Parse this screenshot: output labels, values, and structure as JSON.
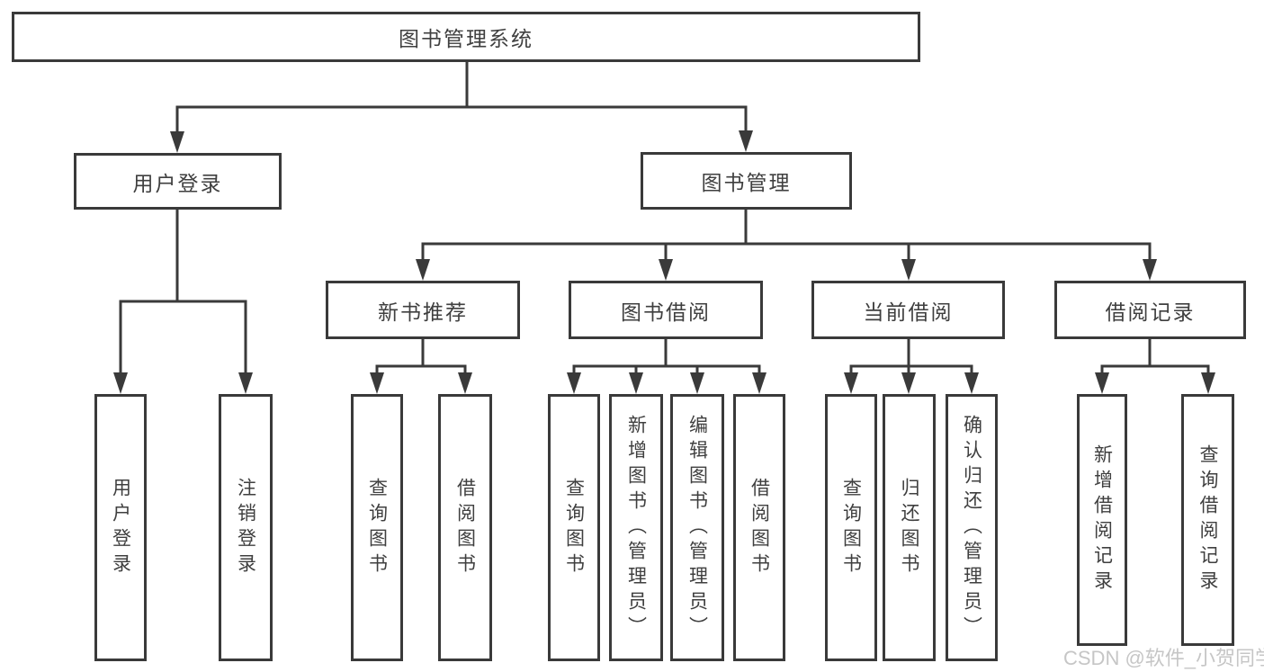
{
  "diagram": {
    "nodes": {
      "root": {
        "label": "图书管理系统"
      },
      "user_login": {
        "label": "用户登录"
      },
      "book_mgmt": {
        "label": "图书管理"
      },
      "new_book_rec": {
        "label": "新书推荐"
      },
      "book_borrow": {
        "label": "图书借阅"
      },
      "current_borrow": {
        "label": "当前借阅"
      },
      "borrow_record": {
        "label": "借阅记录"
      },
      "leaf_user_login": {
        "label": "用户登录"
      },
      "leaf_logout": {
        "label": "注销登录"
      },
      "leaf_query_book_1": {
        "label": "查询图书"
      },
      "leaf_borrow_book_1": {
        "label": "借阅图书"
      },
      "leaf_query_book_2": {
        "label": "查询图书"
      },
      "leaf_add_book": {
        "label": "新增图书（管理员）"
      },
      "leaf_edit_book": {
        "label": "编辑图书（管理员）"
      },
      "leaf_borrow_book_2": {
        "label": "借阅图书"
      },
      "leaf_query_book_3": {
        "label": "查询图书"
      },
      "leaf_return_book": {
        "label": "归还图书"
      },
      "leaf_confirm_return": {
        "label": "确认归还（管理员）"
      },
      "leaf_add_record": {
        "label": "新增借阅记录"
      },
      "leaf_query_record": {
        "label": "查询借阅记录"
      }
    },
    "watermark": "CSDN @软件_小贺同学",
    "colors": {
      "line": "#3a3a3a",
      "text": "#3f3f3f",
      "watermark": "#c6c6c6",
      "background": "#ffffff"
    }
  }
}
